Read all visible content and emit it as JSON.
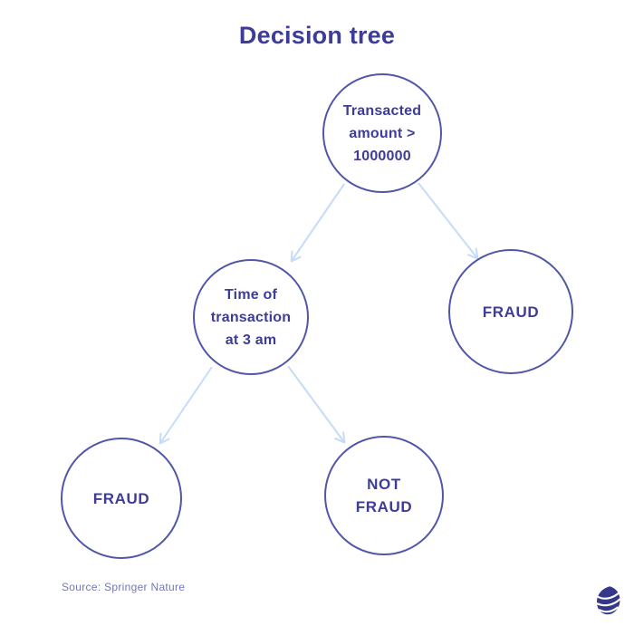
{
  "page": {
    "title": "Decision tree",
    "source": "Source: Springer Nature"
  },
  "colors": {
    "title_text": "#3d3d99",
    "node_text": "#3d3d99",
    "node_border": "#5157a8",
    "arrow": "#c5dcf8",
    "source_text": "#7277bd",
    "logo": "#35388a",
    "background": "#ffffff"
  },
  "icons": {
    "logo": "swirl-sphere-logo"
  },
  "tree": {
    "nodes": [
      {
        "id": "root",
        "label": "Transacted\namount >\n1000000"
      },
      {
        "id": "time-of-transaction",
        "label": "Time of\ntransaction\nat 3 am"
      },
      {
        "id": "fraud-right",
        "label": "FRAUD"
      },
      {
        "id": "fraud-left",
        "label": "FRAUD"
      },
      {
        "id": "not-fraud",
        "label": "NOT\nFRAUD"
      }
    ],
    "edges": [
      {
        "from": "root",
        "to": "time-of-transaction"
      },
      {
        "from": "root",
        "to": "fraud-right"
      },
      {
        "from": "time-of-transaction",
        "to": "fraud-left"
      },
      {
        "from": "time-of-transaction",
        "to": "not-fraud"
      }
    ]
  }
}
